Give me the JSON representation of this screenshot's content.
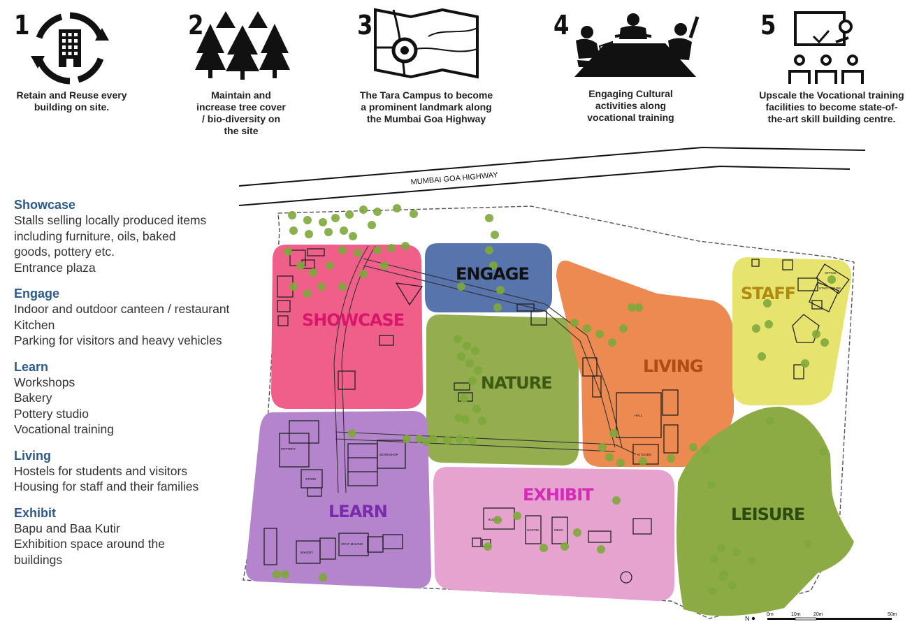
{
  "principles": [
    {
      "num": "1",
      "icon": "building-reuse-icon",
      "caption": [
        "Retain and Reuse every",
        "building on site."
      ]
    },
    {
      "num": "2",
      "icon": "trees-icon",
      "caption": [
        "Maintain and",
        "increase tree cover",
        "/ bio-diversity on",
        "the site"
      ]
    },
    {
      "num": "3",
      "icon": "map-landmark-icon",
      "caption": [
        "The Tara Campus to become",
        "a prominent landmark along",
        "the Mumbai Goa Highway"
      ]
    },
    {
      "num": "4",
      "icon": "meeting-table-icon",
      "caption": [
        "Engaging Cultural",
        "activities along",
        "vocational training"
      ]
    },
    {
      "num": "5",
      "icon": "training-classroom-icon",
      "caption": [
        "Upscale the Vocational training",
        "facilities to become state-of-",
        "the-art skill building centre."
      ]
    }
  ],
  "legend": [
    {
      "title": "Showcase",
      "items": [
        "Stalls selling locally produced items",
        "including furniture, oils, baked",
        "goods, pottery etc.",
        "Entrance plaza"
      ]
    },
    {
      "title": "Engage",
      "items": [
        "Indoor and outdoor canteen / restaurant",
        "Kitchen",
        "Parking for visitors and heavy vehicles"
      ]
    },
    {
      "title": "Learn",
      "items": [
        "Workshops",
        "Bakery",
        "Pottery studio",
        "Vocational training"
      ]
    },
    {
      "title": "Living",
      "items": [
        "Hostels for students and visitors",
        "Housing for staff and their families"
      ]
    },
    {
      "title": "Exhibit",
      "items": [
        "Bapu and Baa Kutir",
        "Exhibition space around the",
        "buildings"
      ]
    }
  ],
  "map": {
    "highway_label": "MUMBAI GOA HIGHWAY",
    "zones": [
      {
        "name": "SHOWCASE",
        "fill": "#ef5f8a",
        "text": "#d8166a"
      },
      {
        "name": "ENGAGE",
        "fill": "#5774ad",
        "text": "#111111"
      },
      {
        "name": "NATURE",
        "fill": "#93ad4f",
        "text": "#3d5a14"
      },
      {
        "name": "LIVING",
        "fill": "#ec8a52",
        "text": "#b24a14"
      },
      {
        "name": "STAFF",
        "fill": "#e6e36e",
        "text": "#b08a10"
      },
      {
        "name": "LEARN",
        "fill": "#b484cd",
        "text": "#7a2aaa"
      },
      {
        "name": "EXHIBIT",
        "fill": "#e7a3cf",
        "text": "#d62ab8"
      },
      {
        "name": "LEISURE",
        "fill": "#8dab45",
        "text": "#2d4a10"
      }
    ],
    "building_labels": [
      "HOLDING",
      "HOSTEL",
      "MESS",
      "BAKERY",
      "SOAP MAKING",
      "WORKSHOP",
      "STORE",
      "KITCHEN",
      "HALL",
      "STAFF HOUSE",
      "OFFICE",
      "POTTERY"
    ],
    "north_label": "N",
    "scale_labels": [
      "0m",
      "10m",
      "20m",
      "50m"
    ]
  }
}
